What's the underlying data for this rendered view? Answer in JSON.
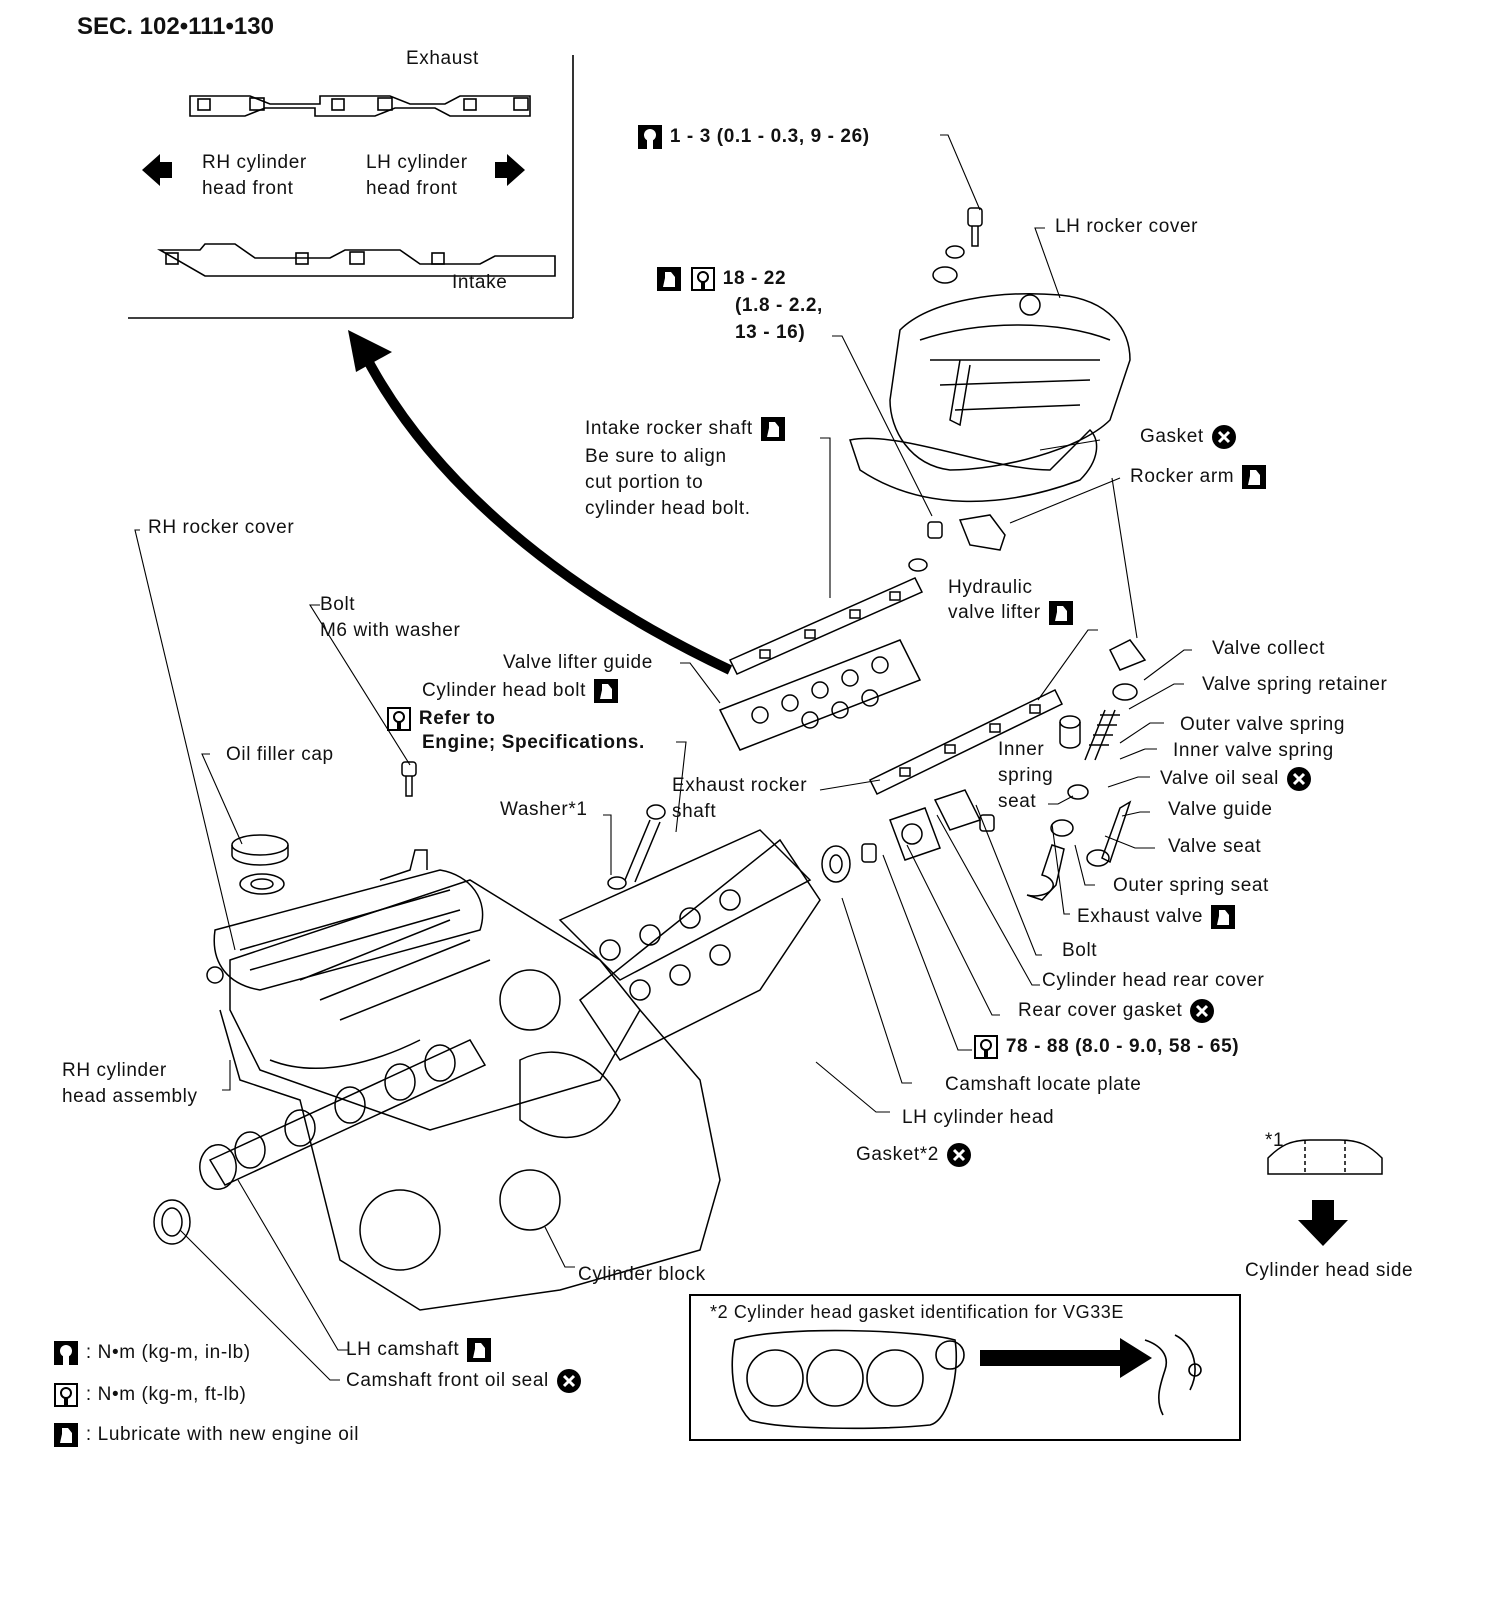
{
  "section": "SEC. 102•111•130",
  "inset": {
    "exhaust": "Exhaust",
    "intake": "Intake",
    "rh_front": [
      "RH cylinder",
      "head front"
    ],
    "lh_front": [
      "LH cylinder",
      "head front"
    ]
  },
  "labels": {
    "torque_top": "1 - 3 (0.1 - 0.3, 9 - 26)",
    "lh_rocker_cover": "LH rocker cover",
    "torque_rocker": [
      "18 - 22",
      "(1.8 - 2.2,",
      "13 - 16)"
    ],
    "intake_rocker_shaft": [
      "Intake rocker shaft",
      "Be sure to align",
      "cut portion to",
      "cylinder head bolt."
    ],
    "gasket": "Gasket",
    "rocker_arm": "Rocker arm",
    "rh_rocker_cover": "RH rocker cover",
    "bolt": [
      "Bolt",
      "M6 with washer"
    ],
    "hydraulic_valve_lifter": [
      "Hydraulic",
      "valve lifter"
    ],
    "valve_lifter_guide": "Valve lifter guide",
    "cylinder_head_bolt": "Cylinder head bolt",
    "refer_to": [
      "Refer to",
      "Engine; Specifications."
    ],
    "oil_filler_cap": "Oil filler cap",
    "valve_collet": "Valve collect",
    "valve_spring_retainer": "Valve spring retainer",
    "outer_valve_spring": "Outer valve spring",
    "inner_valve_spring": "Inner valve spring",
    "inner_spring_seat": [
      "Inner",
      "spring",
      "seat"
    ],
    "valve_oil_seal": "Valve oil seal",
    "exhaust_rocker_shaft": [
      "Exhaust rocker",
      "shaft"
    ],
    "washer": "Washer*1",
    "valve_guide": "Valve guide",
    "valve_seat": "Valve seat",
    "outer_spring_seat": "Outer spring seat",
    "exhaust_valve": "Exhaust valve",
    "bolt2": "Bolt",
    "cylinder_head_rear_cover": "Cylinder head rear cover",
    "rear_cover_gasket": "Rear cover gasket",
    "torque_head": "78 - 88 (8.0 - 9.0, 58 - 65)",
    "camshaft_locate_plate": "Camshaft locate plate",
    "lh_cylinder_head": "LH cylinder head",
    "gasket2": "Gasket*2",
    "rh_cylinder_head_assembly": [
      "RH cylinder",
      "head assembly"
    ],
    "cylinder_block": "Cylinder block",
    "lh_camshaft": "LH camshaft",
    "camshaft_front_oil_seal": "Camshaft front oil seal",
    "note1_mark": "*1",
    "cylinder_head_side": "Cylinder head side"
  },
  "legend": [
    {
      "icon": "torque-wrench-inlb-icon",
      "text": ": N•m (kg-m, in-lb)"
    },
    {
      "icon": "torque-wrench-ftlb-icon",
      "text": ": N•m (kg-m, ft-lb)"
    },
    {
      "icon": "oil-can-icon",
      "text": ": Lubricate with new engine oil"
    }
  ],
  "gasket_id_box": {
    "title": "*2 Cylinder head gasket identification for VG33E"
  }
}
